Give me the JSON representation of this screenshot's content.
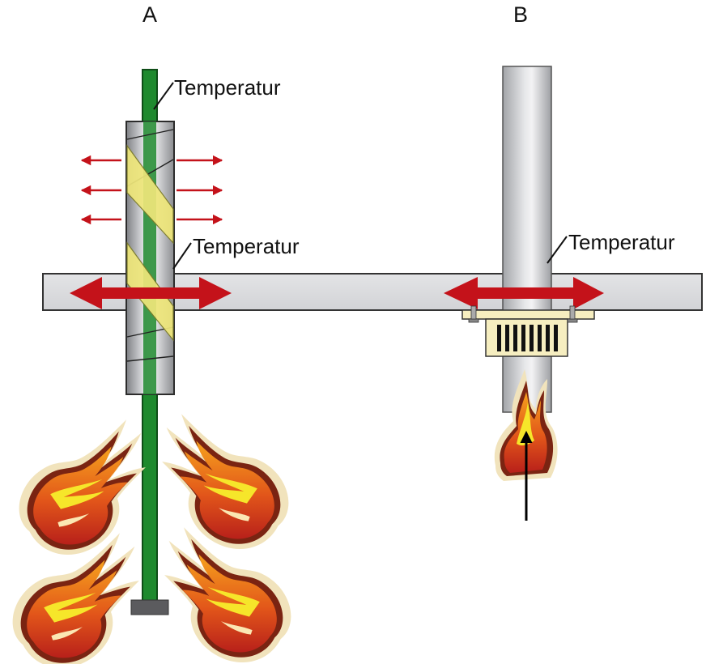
{
  "panels": [
    {
      "id": "A",
      "label": "A"
    },
    {
      "id": "B",
      "label": "B"
    }
  ],
  "labels": {
    "a_pipe_temp": "Temperatur",
    "a_wrap_temp": "Temperatur",
    "b_pipe_temp": "Temperatur"
  },
  "colors": {
    "slab_fill": "#dcdde0",
    "slab_stroke": "#333333",
    "pipe_green": "#1e8a2e",
    "sleeve_gray": "#a9abae",
    "wrap_yellow": "#efe77a",
    "arrow_red": "#c4121a",
    "collar_fill": "#f6eec0",
    "flame_red": "#c83a16",
    "flame_yellow": "#f6e62a",
    "flame_halo": "#f1e3bc"
  },
  "icons": [
    "heat-arrow-icon",
    "flame-icon",
    "fire-collar-icon"
  ]
}
